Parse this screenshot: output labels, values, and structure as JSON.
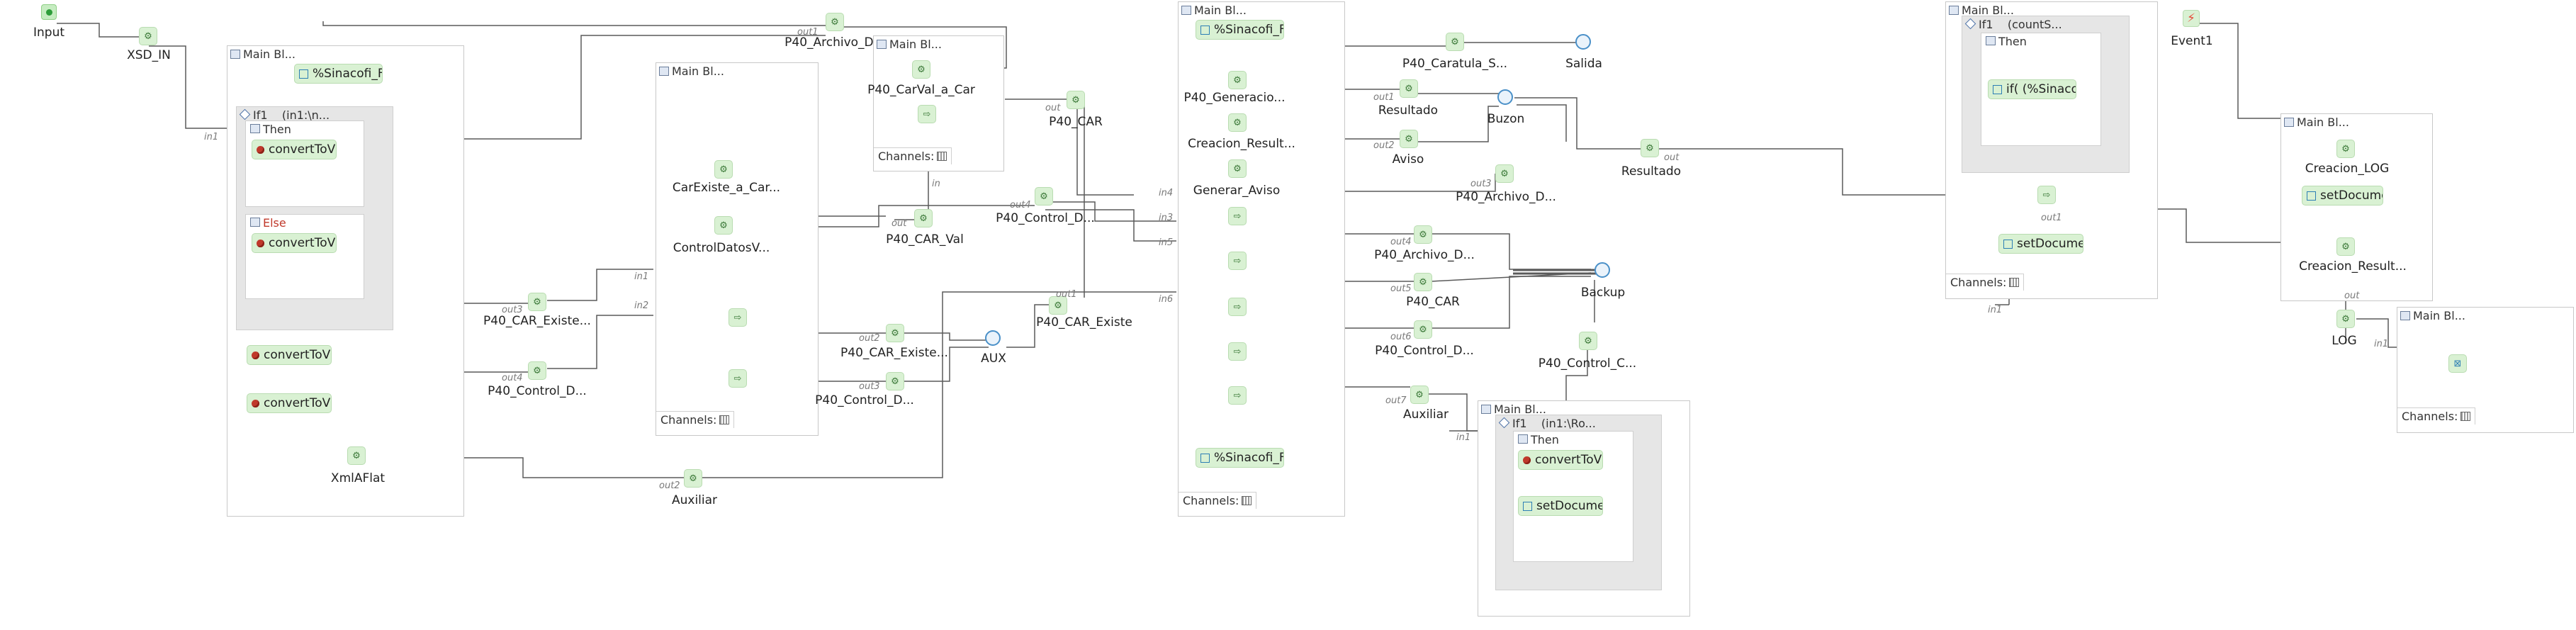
{
  "colors": {
    "wire": "#555555",
    "node_fill": "#d9f1d3",
    "ring": "#4a90c8",
    "else_label": "#c0392b",
    "if_background": "#e6e6e6"
  },
  "frames": [
    {
      "id": "f1",
      "title": "Main Bl..."
    },
    {
      "id": "f2",
      "title": "Main Bl..."
    },
    {
      "id": "f3",
      "title": "Main Bl..."
    },
    {
      "id": "f4",
      "title": "Main Bl..."
    },
    {
      "id": "f5",
      "title": "Main Bl..."
    },
    {
      "id": "f6",
      "title": "Main Bl..."
    },
    {
      "id": "f7",
      "title": "Main Bl..."
    },
    {
      "id": "f8",
      "title": "Main Bl..."
    }
  ],
  "ifs": [
    {
      "id": "if1",
      "label": "If1",
      "condition": "(in1:\\n..."
    },
    {
      "id": "if2",
      "label": "If1",
      "condition": "(countS..."
    },
    {
      "id": "if3",
      "label": "If1",
      "condition": "(in1:\\Ro..."
    }
  ],
  "branches": [
    {
      "id": "b_then1",
      "label": "Then"
    },
    {
      "id": "b_else1",
      "label": "Else"
    },
    {
      "id": "b_then2",
      "label": "Then"
    },
    {
      "id": "b_then3",
      "label": "Then"
    }
  ],
  "channels_label": "Channels:",
  "box_nodes": [
    {
      "id": "sinacofi1",
      "text": "%Sinacofi_F"
    },
    {
      "id": "convert_then",
      "text": "convertToV("
    },
    {
      "id": "convert_else",
      "text": "convertToV("
    },
    {
      "id": "convert_a",
      "text": "convertToV("
    },
    {
      "id": "convert_b",
      "text": "convertToV("
    },
    {
      "id": "sinacofi2",
      "text": "%Sinacofi_F"
    },
    {
      "id": "sinacofi3",
      "text": "%Sinacofi_F"
    },
    {
      "id": "if_sinaco",
      "text": "if( (%Sinaco"
    },
    {
      "id": "setdoc1",
      "text": "setDocume"
    },
    {
      "id": "setdoc2",
      "text": "setDocume"
    },
    {
      "id": "convert_c",
      "text": "convertToV("
    },
    {
      "id": "setdoc3",
      "text": "setDocume"
    }
  ],
  "labels": {
    "input": "Input",
    "xsd_in": "XSD_IN",
    "p40_archivo_d_top": "P40_Archivo_D...",
    "p40_carval_a_car": "P40_CarVal_a_Car",
    "p40_car_1": "P40_CAR",
    "carexiste": "CarExiste_a_Car...",
    "controldatos": "ControlDatosV...",
    "p40_car_val": "P40_CAR_Val",
    "p40_control_d_mid": "P40_Control_D...",
    "p40_car_existe_1": "P40_CAR_Existe...",
    "p40_control_d_1": "P40_Control_D...",
    "xmlaflat": "XmlAFlat",
    "auxiliar_1": "Auxiliar",
    "p40_car_existe_2": "P40_CAR_Existe...",
    "p40_control_d_2": "P40_Control_D...",
    "aux": "AUX",
    "p40_car_existe_3": "P40_CAR_Existe",
    "p40_generacio": "P40_Generacio...",
    "creacion_result_1": "Creacion_Result...",
    "generar_aviso": "Generar_Aviso",
    "p40_caratula": "P40_Caratula_S...",
    "salida": "Salida",
    "resultado_1": "Resultado",
    "buzon": "Buzon",
    "aviso": "Aviso",
    "p40_archivo_d_mid": "P40_Archivo_D...",
    "resultado_2": "Resultado",
    "p40_archivo_d_low": "P40_Archivo_D...",
    "p40_car_2": "P40_CAR",
    "backup": "Backup",
    "p40_control_d_low": "P40_Control_D...",
    "p40_control_c": "P40_Control_C...",
    "auxiliar_2": "Auxiliar",
    "event1": "Event1",
    "creacion_log": "Creacion_LOG",
    "creacion_result_2": "Creacion_Result...",
    "log": "LOG"
  },
  "ports": {
    "in1_a": "in1",
    "out3_a": "out3",
    "out4_a": "out4",
    "out1_top": "out1",
    "out_a": "out",
    "in1_b": "in1",
    "in2_b": "in2",
    "out2_b": "out2",
    "out3_b": "out3",
    "out2_c": "out2",
    "out_cv": "out",
    "in_cv": "in",
    "out_car": "out",
    "out4_cd": "out4",
    "in4": "in4",
    "in3": "in3",
    "in5": "in5",
    "in6": "in6",
    "out1_aux": "out1",
    "out1_res": "out1",
    "out2_av": "out2",
    "out3_ad": "out3",
    "out4_ad": "out4",
    "out5_car": "out5",
    "out6_cd": "out6",
    "out7_aux": "out7",
    "out_res2": "out",
    "in1_if3": "in1",
    "out1_r": "out1",
    "in1_r": "in1",
    "out_log": "out",
    "in1_log": "in1"
  }
}
